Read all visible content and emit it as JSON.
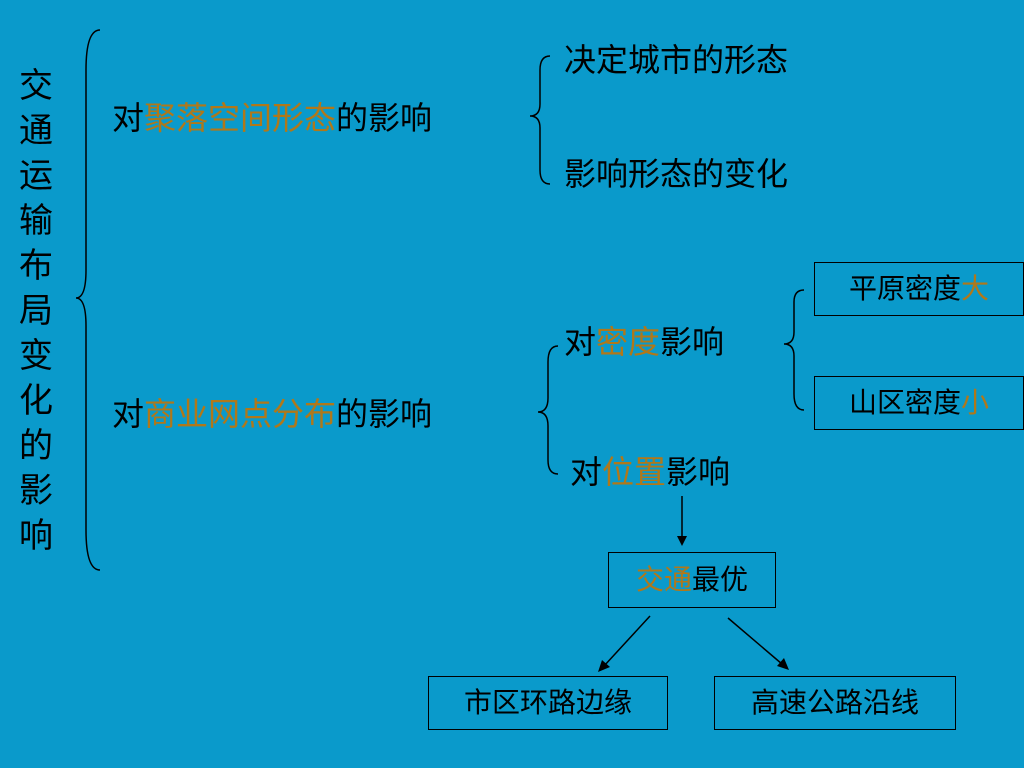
{
  "colors": {
    "background": "#0a9acb",
    "highlight": "#b0781a",
    "text": "#000000"
  },
  "title": "交通运输布局变化的影响",
  "branch1": {
    "prefix": "对",
    "highlight": "聚落空间形态",
    "suffix": "的影响",
    "children": [
      "决定城市的形态",
      "影响形态的变化"
    ]
  },
  "branch2": {
    "prefix": "对",
    "highlight": "商业网点分布",
    "suffix": "的影响",
    "density": {
      "prefix": "对",
      "highlight": "密度",
      "suffix": "影响",
      "plain": {
        "text": "平原密度",
        "highlight": "大"
      },
      "mountain": {
        "text": "山区密度",
        "highlight": "小"
      }
    },
    "location": {
      "prefix": "对",
      "highlight": "位置",
      "suffix": "影响",
      "optimal": {
        "highlight": "交通",
        "text": "最优"
      },
      "results": [
        "市区环路边缘",
        "高速公路沿线"
      ]
    }
  }
}
